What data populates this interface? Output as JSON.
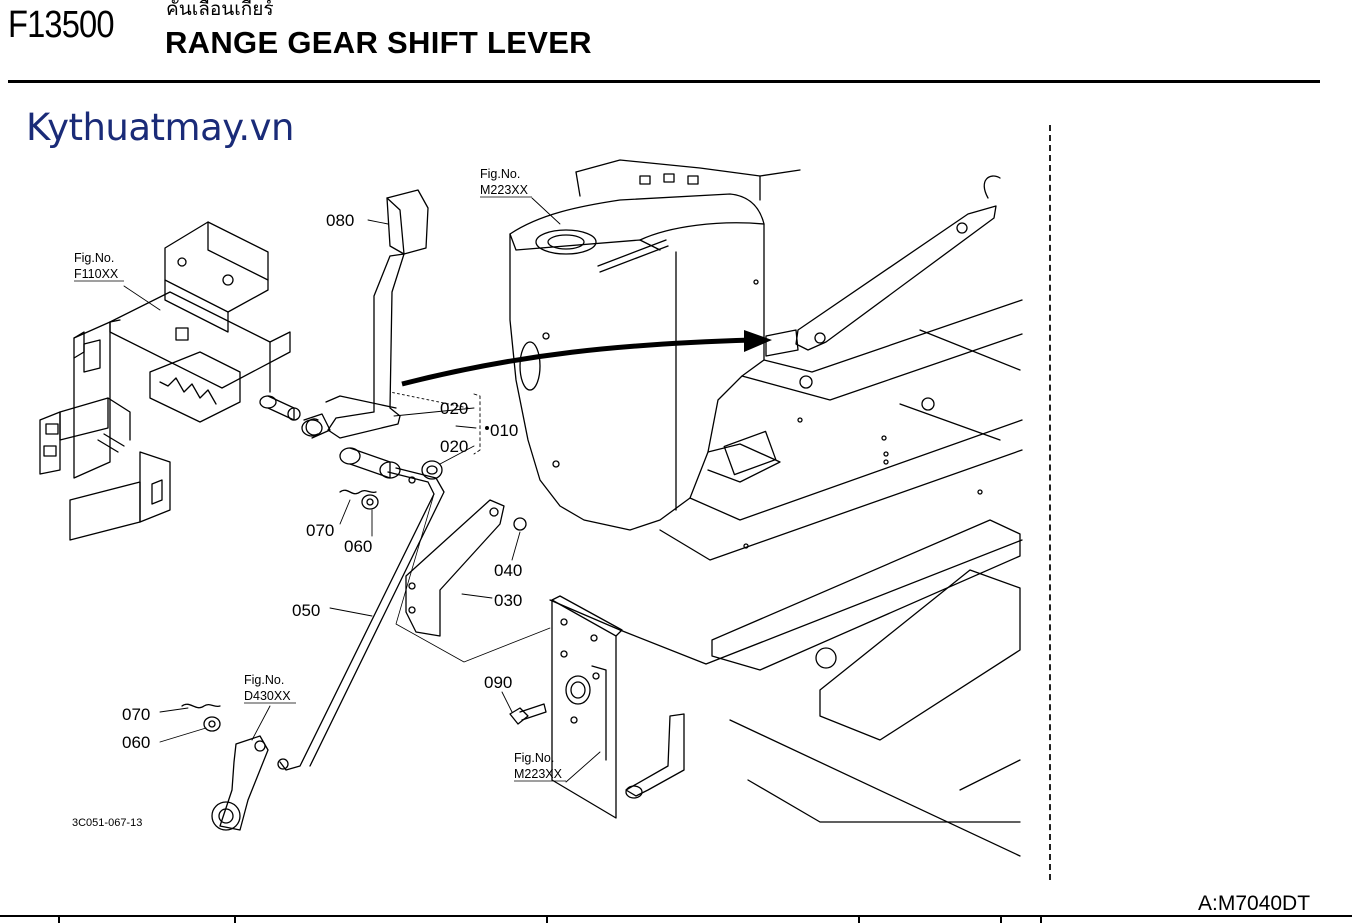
{
  "header": {
    "code": "F13500",
    "thai_title": "คันเลื่อนเกียร์",
    "title": "RANGE GEAR SHIFT LEVER"
  },
  "watermark": "Kythuatmay.vn",
  "diagram": {
    "drawing_code": "3C051-067-13",
    "fig_refs": [
      {
        "line1": "Fig.No.",
        "line2": "F110XX"
      },
      {
        "line1": "Fig.No.",
        "line2": "M223XX"
      },
      {
        "line1": "Fig.No.",
        "line2": "D430XX"
      },
      {
        "line1": "Fig.No.",
        "line2": "M223XX"
      }
    ],
    "callouts": [
      "080",
      "020",
      "010",
      "020",
      "070",
      "060",
      "040",
      "030",
      "050",
      "090",
      "070",
      "060"
    ]
  },
  "footer": {
    "model": "A:M7040DT"
  }
}
